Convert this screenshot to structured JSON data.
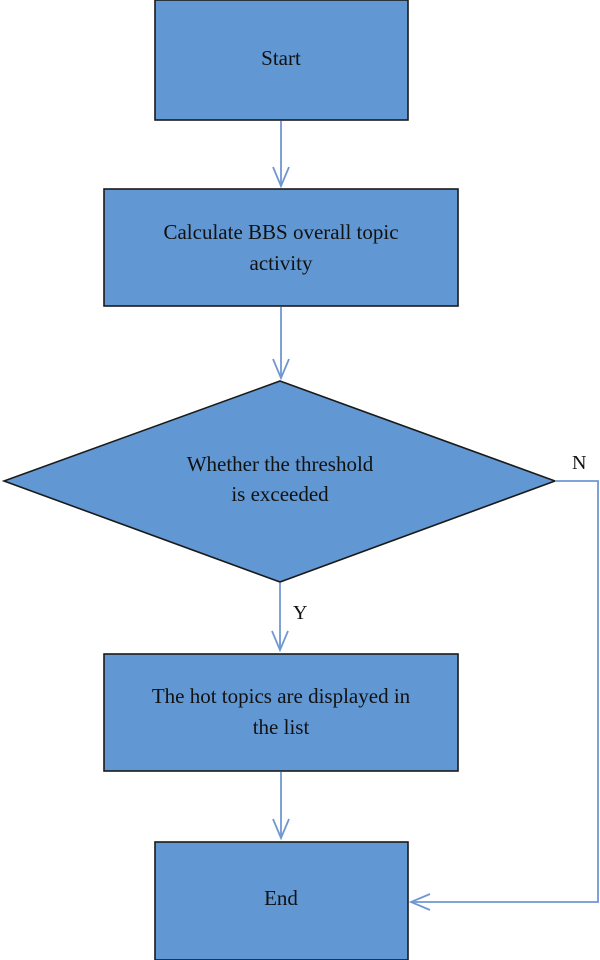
{
  "nodes": {
    "start": {
      "label": "Start"
    },
    "calculate": {
      "line1": "Calculate BBS overall topic",
      "line2": "activity"
    },
    "decision": {
      "line1": "Whether the threshold",
      "line2": "is exceeded"
    },
    "display": {
      "line1": "The hot topics are displayed in",
      "line2": "the list"
    },
    "end": {
      "label": "End"
    }
  },
  "edges": {
    "yes_label": "Y",
    "no_label": "N"
  },
  "colors": {
    "node_fill": "#6198d3",
    "node_stroke": "#1a1a1a",
    "connector": "#6f98d2"
  }
}
